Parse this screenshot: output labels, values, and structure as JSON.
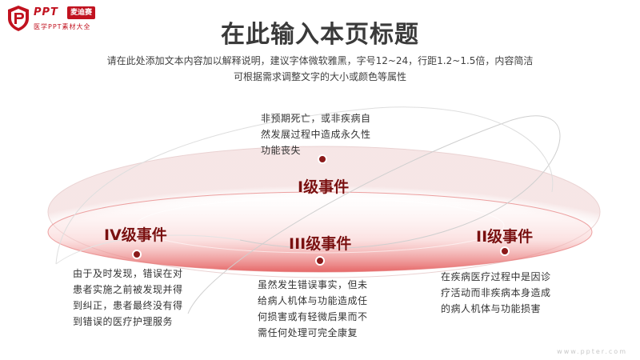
{
  "logo": {
    "brand": "PPT",
    "badge": "麦迪赛",
    "subtitle": "医学PPT素材大全"
  },
  "title": "在此输入本页标题",
  "subtitle_lines": [
    "请在此处添加文本内容加以解释说明，建议字体微软雅黑，字号12~24，行距1.2~1.5倍，内容简洁",
    "可根据需求调整文字的大小或颜色等属性"
  ],
  "events": {
    "level1": {
      "label": "I级事件",
      "desc": [
        "非预期死亡，或非疾病自",
        "然发展过程中造成永久性",
        "功能丧失"
      ]
    },
    "level2": {
      "label": "II级事件",
      "desc": [
        "在疾病医疗过程中是因诊",
        "疗活动而非疾病本身造成",
        "的病人机体与功能损害"
      ]
    },
    "level3": {
      "label": "III级事件",
      "desc": [
        "虽然发生错误事实，但未",
        "给病人机体与功能造成任",
        "何损害或有轻微后果而不",
        "需任何处理可完全康复"
      ]
    },
    "level4": {
      "label": "IV级事件",
      "desc": [
        "由于及时发现，错误在对",
        "患者实施之前被发现并得",
        "到纠正，患者最终没有得",
        "到错误的医疗护理服务"
      ]
    }
  },
  "watermark": "www.ppter.com",
  "colors": {
    "accent": "#c1121f",
    "label": "#7a1010",
    "dot": "#8b1a1a"
  }
}
